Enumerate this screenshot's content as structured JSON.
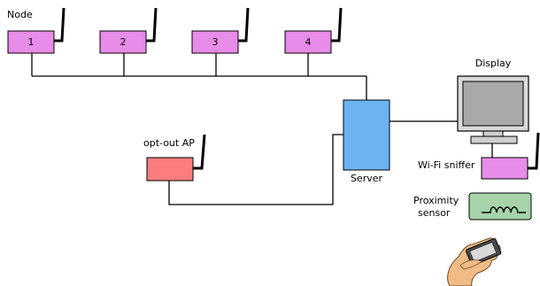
{
  "labels": {
    "node": "Node",
    "display": "Display",
    "opt_out_ap": "opt-out AP",
    "server": "Server",
    "wifi_sniffer": "Wi-Fi sniffer",
    "proximity_line1": "Proximity",
    "proximity_line2": "sensor"
  },
  "nodes": [
    {
      "label": "1"
    },
    {
      "label": "2"
    },
    {
      "label": "3"
    },
    {
      "label": "4"
    }
  ],
  "colors": {
    "node_fill": "#e78ce8",
    "opt_out_fill": "#fb7d7d",
    "server_fill": "#6db3f2",
    "sensor_fill": "#a6d4a8",
    "monitor_screen": "#a9a9a9",
    "monitor_body": "#d9d9d9",
    "hand_fill": "#f0bb85"
  },
  "icons": {
    "antenna": "antenna-icon",
    "monitor": "monitor-icon",
    "coil": "coil-icon",
    "phone_hand": "hand-holding-phone-icon"
  }
}
